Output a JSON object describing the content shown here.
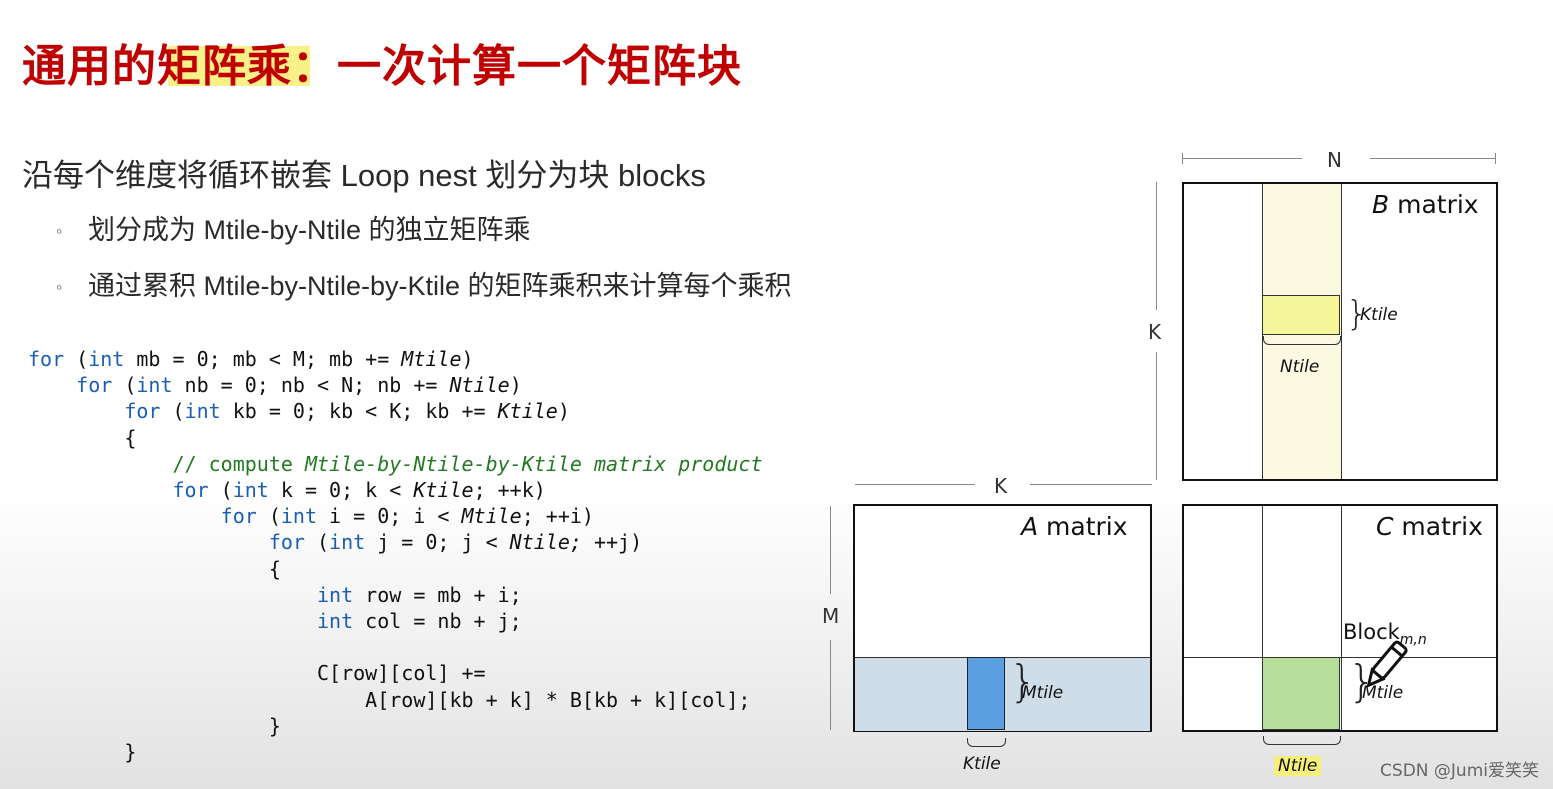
{
  "title": "通用的矩阵乘：一次计算一个矩阵块",
  "heading": "沿每个维度将循环嵌套 Loop nest 划分为块 blocks",
  "bullets": [
    "划分成为 Mtile-by-Ntile 的独立矩阵乘",
    "通过累积 Mtile-by-Ntile-by-Ktile 的矩阵乘积来计算每个乘积"
  ],
  "bullet_marker": "◦",
  "code": {
    "l1": {
      "kw": "for",
      "a": " (",
      "kw2": "int",
      "b": " mb = 0; mb < M; mb += ",
      "it": "Mtile",
      "c": ")"
    },
    "l2": {
      "kw": "for",
      "a": " (",
      "kw2": "int",
      "b": " nb = 0; nb < N; nb += ",
      "it": "Ntile",
      "c": ")"
    },
    "l3": {
      "kw": "for",
      "a": " (",
      "kw2": "int",
      "b": " kb = 0; kb < K; kb += ",
      "it": "Ktile",
      "c": ")"
    },
    "l4": "{",
    "l5": {
      "a": "// compute ",
      "it": "Mtile-by-Ntile-by-Ktile matrix product"
    },
    "l6": {
      "kw": "for",
      "a": " (",
      "kw2": "int",
      "b": " k = 0; k < ",
      "it": "Ktile",
      "c": "; ++k)"
    },
    "l7": {
      "kw": "for",
      "a": " (",
      "kw2": "int",
      "b": " i = 0; i < ",
      "it": "Mtile",
      "c": "; ++i)"
    },
    "l8": {
      "kw": "for",
      "a": " (",
      "kw2": "int",
      "b": " j = 0; j < ",
      "it": "Ntile;",
      "c": " ++j)"
    },
    "l9": "{",
    "l10": {
      "kw": "int",
      "b": " row = mb + i;"
    },
    "l11": {
      "kw": "int",
      "b": " col = nb + j;"
    },
    "l12": "C[row][col] +=",
    "l13": "A[row][kb + k] * B[kb + k][col];",
    "l14": "}",
    "l15": "}"
  },
  "diagram": {
    "n_label": "N",
    "k_label_b": "K",
    "k_label_a": "K",
    "m_label": "M",
    "b_matrix": {
      "var": "B",
      "word": " matrix"
    },
    "a_matrix": {
      "var": "A",
      "word": " matrix"
    },
    "c_matrix": {
      "var": "C",
      "word": " matrix"
    },
    "ktile_b": "Ktile",
    "ntile_b": "Ntile",
    "mtile_a": "Mtile",
    "ktile_a": "Ktile",
    "mtile_c": "Mtile",
    "ntile_c": "Ntile",
    "block": "Block",
    "block_sub": "m,n"
  },
  "colors": {
    "title": "#c00000",
    "keyword": "#1b5fb3",
    "comment": "#247a24",
    "b_column": "#fbf9e2",
    "b_tile": "#f5f59a",
    "a_row": "#cfdde8",
    "a_tile": "#5aa0e0",
    "c_tile": "#b7de9a",
    "highlight": "#f6f07a"
  },
  "watermark": "CSDN @Jumi爱笑笑"
}
